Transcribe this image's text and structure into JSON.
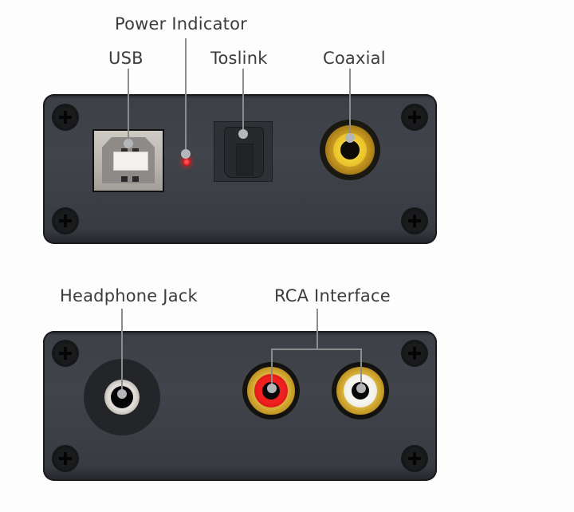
{
  "labels": {
    "power_indicator": "Power Indicator",
    "usb": "USB",
    "toslink": "Toslink",
    "coaxial": "Coaxial",
    "headphone_jack": "Headphone Jack",
    "rca_interface": "RCA Interface"
  },
  "colors": {
    "panel": "#3d4047",
    "led": "#e0141a",
    "coaxial_insulator": "#f2d13a",
    "rca_left": "#e01818",
    "rca_right": "#f3f1ec",
    "gold": "#c79b27",
    "leader_line": "#8c8c8c"
  }
}
